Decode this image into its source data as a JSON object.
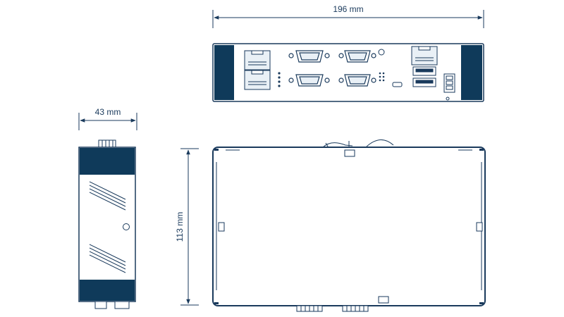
{
  "dimensions": {
    "width_label": "196 mm",
    "depth_label": "43 mm",
    "height_label": "113 mm"
  },
  "colors": {
    "line": "#1a3a5c",
    "fill_dark": "#0f3a5a",
    "fill_port": "#e9f0f6"
  },
  "views": [
    "front-panel-view",
    "side-view",
    "top-view"
  ]
}
